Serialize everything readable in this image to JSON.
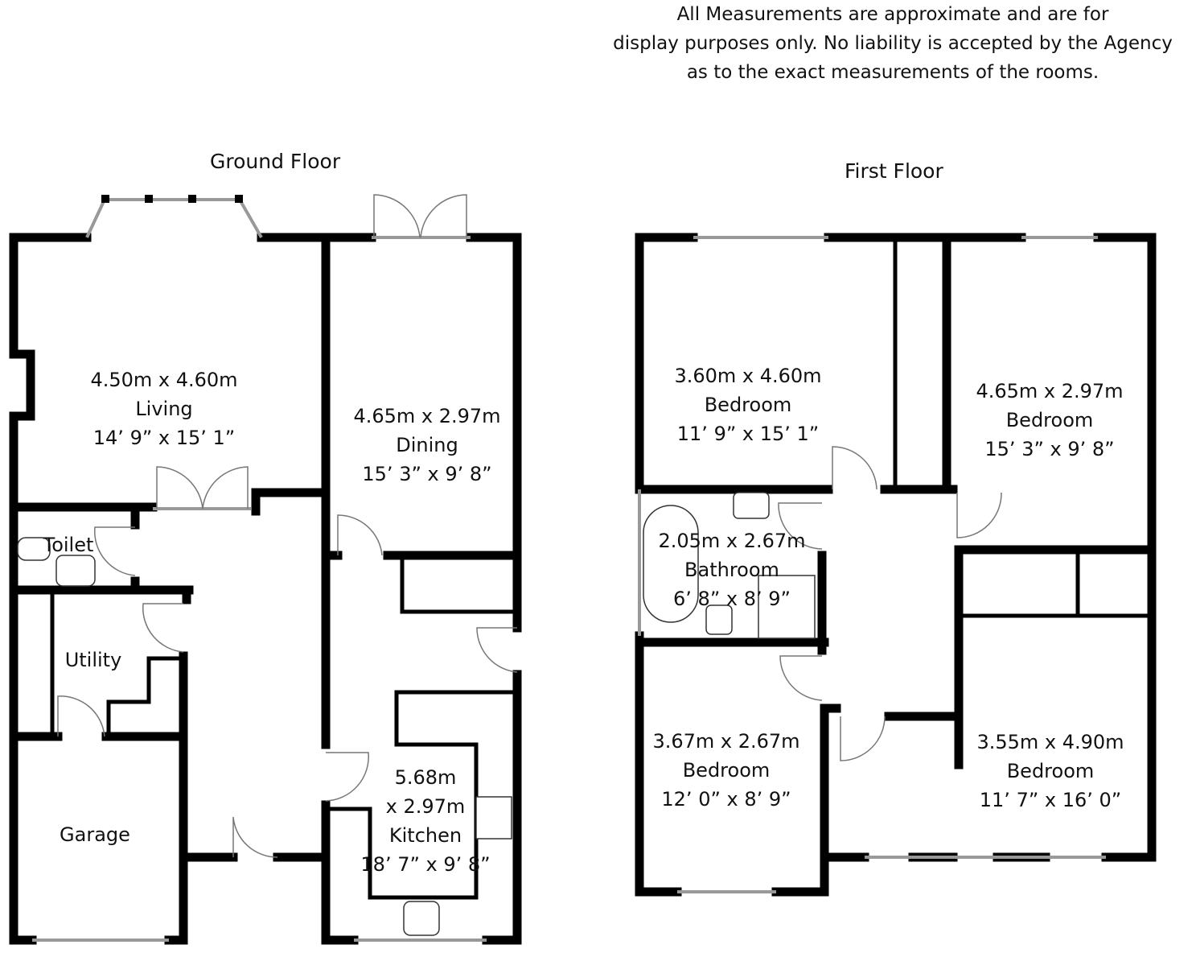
{
  "disclaimer": [
    "All Measurements are approximate and are for",
    "display purposes only. No liability is accepted by the Agency",
    "as to the exact measurements of the rooms."
  ],
  "ground_floor": {
    "title": "Ground Floor",
    "rooms": {
      "living": {
        "size_m": "4.50m x 4.60m",
        "name": "Living",
        "size_ft": "14’ 9” x 15’ 1”"
      },
      "dining": {
        "size_m": "4.65m x 2.97m",
        "name": "Dining",
        "size_ft": "15’ 3” x 9’ 8”"
      },
      "toilet": {
        "name": "Toilet"
      },
      "utility": {
        "name": "Utility"
      },
      "garage": {
        "name": "Garage"
      },
      "kitchen": {
        "size_m_1": "5.68m",
        "size_m_2": "x 2.97m",
        "name": "Kitchen",
        "size_ft": "18’ 7” x 9’ 8”"
      }
    }
  },
  "first_floor": {
    "title": "First Floor",
    "rooms": {
      "bedroom1": {
        "size_m": "3.60m x 4.60m",
        "name": "Bedroom",
        "size_ft": "11’ 9” x 15’ 1”"
      },
      "bedroom2": {
        "size_m": "4.65m x 2.97m",
        "name": "Bedroom",
        "size_ft": "15’ 3” x 9’ 8”"
      },
      "bathroom": {
        "size_m": "2.05m x 2.67m",
        "name": "Bathroom",
        "size_ft": "6’ 8” x 8’ 9”"
      },
      "bedroom3": {
        "size_m": "3.67m x 2.67m",
        "name": "Bedroom",
        "size_ft": "12’ 0” x 8’ 9”"
      },
      "bedroom4": {
        "size_m": "3.55m x 4.90m",
        "name": "Bedroom",
        "size_ft": "11’ 7” x 16’ 0”"
      }
    }
  }
}
